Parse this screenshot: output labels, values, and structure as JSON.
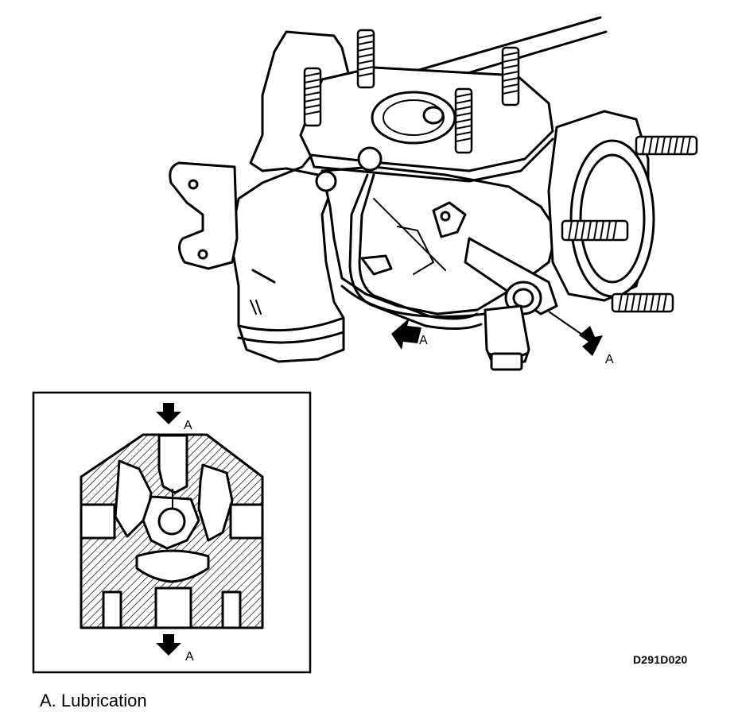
{
  "figure_id": "D291D020",
  "callouts": {
    "arrow_left": "A",
    "arrow_right": "A",
    "inset_top": "A",
    "inset_bottom": "A"
  },
  "legend": {
    "key": "A.",
    "text": "Lubrication"
  },
  "icons": [
    "lubrication-arrow-icon",
    "hatched-section"
  ]
}
